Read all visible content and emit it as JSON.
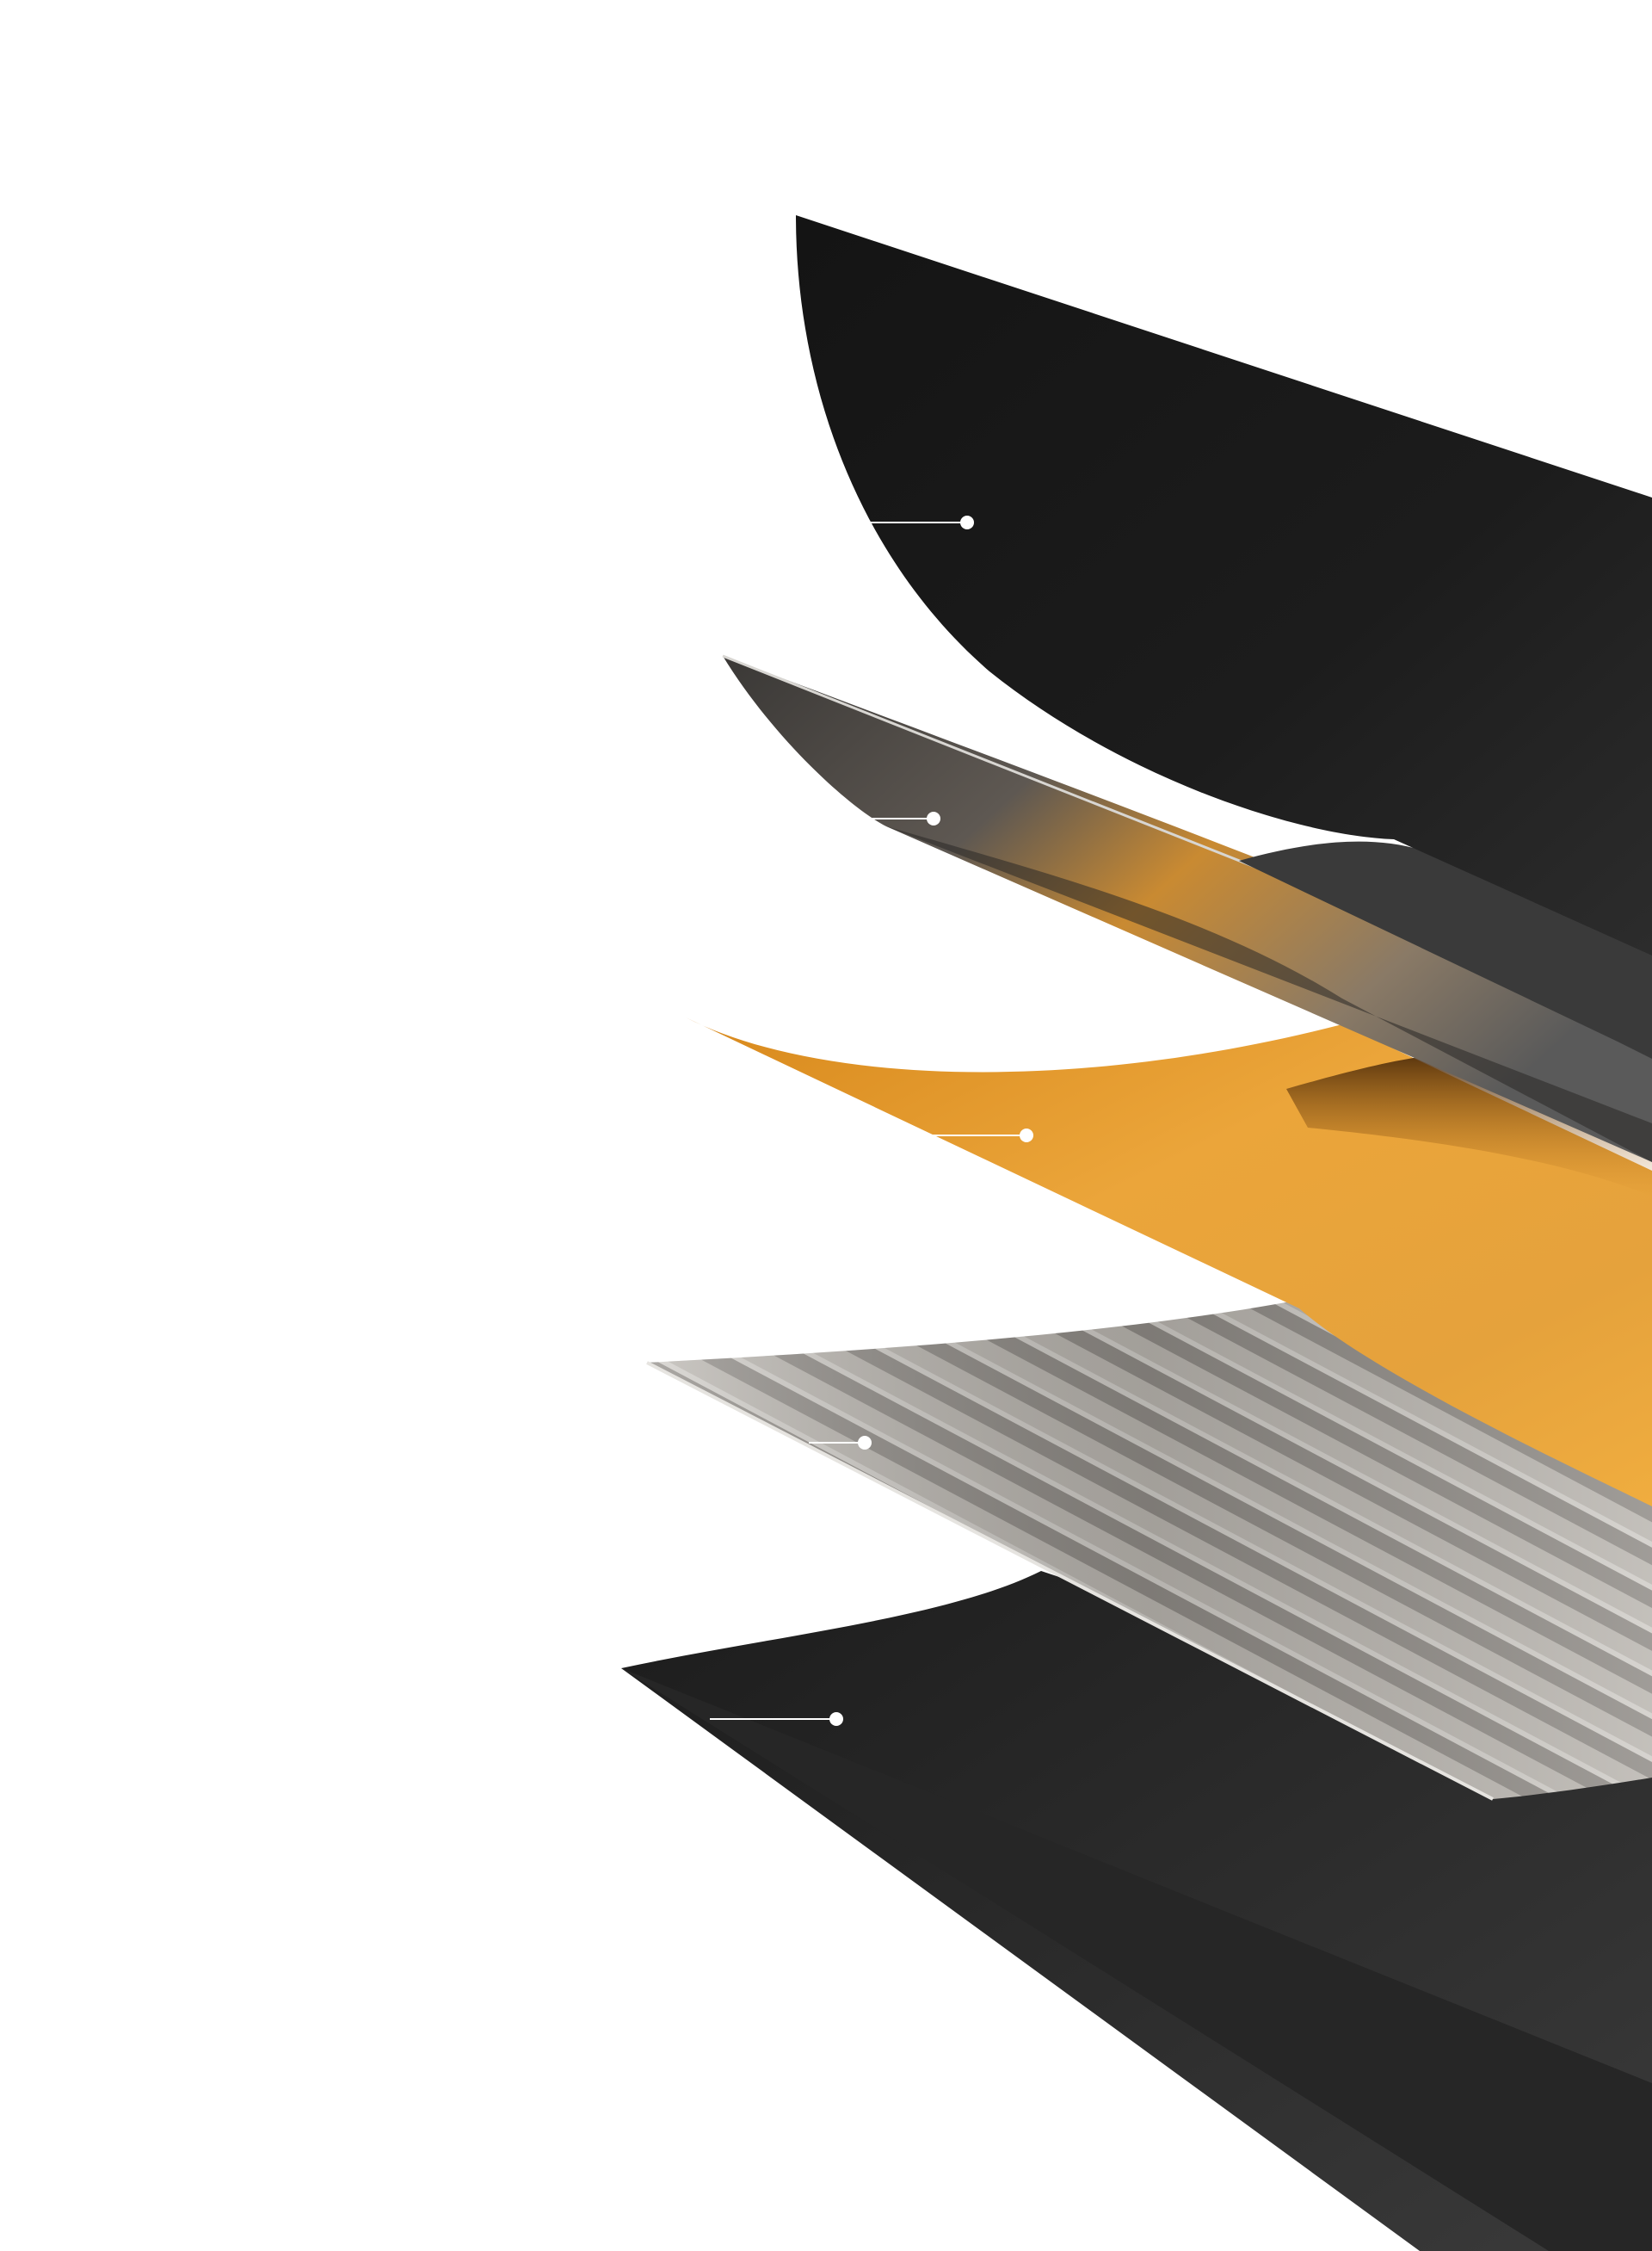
{
  "layers": [
    {
      "id": "top-black-sheet",
      "fill": "#1a1a1a"
    },
    {
      "id": "grey-metal-sheet",
      "fill": "#6e6a66"
    },
    {
      "id": "orange-sheet",
      "fill": "#e8a232"
    },
    {
      "id": "corrugated-grey-sheet",
      "fill": "#b5b1ab"
    },
    {
      "id": "bottom-black-sheet",
      "fill": "#2a2a2a"
    }
  ],
  "callouts": [
    {
      "layer": "top-black-sheet"
    },
    {
      "layer": "grey-metal-sheet"
    },
    {
      "layer": "orange-sheet"
    },
    {
      "layer": "corrugated-grey-sheet"
    },
    {
      "layer": "bottom-black-sheet"
    }
  ],
  "colors": {
    "background": "#ffffff",
    "callout": "#ffffff"
  }
}
